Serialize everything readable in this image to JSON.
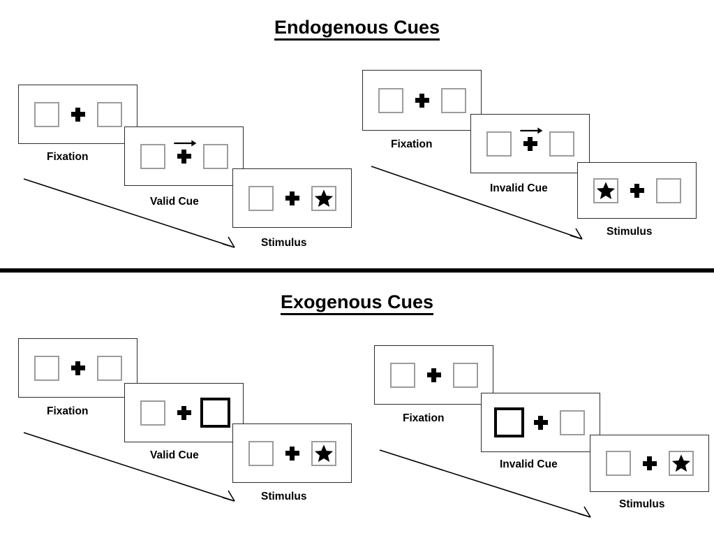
{
  "sections": [
    {
      "id": "endogenous",
      "title": "Endogenous Cues",
      "groups": [
        {
          "id": "endogenous-valid",
          "panels": [
            {
              "id": "fixation",
              "label": "Fixation",
              "left_content": "empty-box",
              "right_content": "empty-box",
              "cue": "none"
            },
            {
              "id": "cue",
              "label": "Valid Cue",
              "left_content": "empty-box",
              "right_content": "empty-box",
              "cue": "arrow-right"
            },
            {
              "id": "stimulus",
              "label": "Stimulus",
              "left_content": "empty-box",
              "right_content": "star-box",
              "cue": "none"
            }
          ]
        },
        {
          "id": "endogenous-invalid",
          "panels": [
            {
              "id": "fixation",
              "label": "Fixation",
              "left_content": "empty-box",
              "right_content": "empty-box",
              "cue": "none"
            },
            {
              "id": "cue",
              "label": "Invalid Cue",
              "left_content": "empty-box",
              "right_content": "empty-box",
              "cue": "arrow-right"
            },
            {
              "id": "stimulus",
              "label": "Stimulus",
              "left_content": "star-box",
              "right_content": "empty-box",
              "cue": "none"
            }
          ]
        }
      ]
    },
    {
      "id": "exogenous",
      "title": "Exogenous Cues",
      "groups": [
        {
          "id": "exogenous-valid",
          "panels": [
            {
              "id": "fixation",
              "label": "Fixation",
              "left_content": "empty-box",
              "right_content": "empty-box",
              "cue": "none"
            },
            {
              "id": "cue",
              "label": "Valid Cue",
              "left_content": "empty-box",
              "right_content": "cued-box",
              "cue": "none"
            },
            {
              "id": "stimulus",
              "label": "Stimulus",
              "left_content": "empty-box",
              "right_content": "star-box",
              "cue": "none"
            }
          ]
        },
        {
          "id": "exogenous-invalid",
          "panels": [
            {
              "id": "fixation",
              "label": "Fixation",
              "left_content": "empty-box",
              "right_content": "empty-box",
              "cue": "none"
            },
            {
              "id": "cue",
              "label": "Invalid Cue",
              "left_content": "cued-box",
              "right_content": "empty-box",
              "cue": "none"
            },
            {
              "id": "stimulus",
              "label": "Stimulus",
              "left_content": "empty-box",
              "right_content": "star-box",
              "cue": "none"
            }
          ]
        }
      ]
    }
  ],
  "labels": {
    "endogenous_title": "Endogenous Cues",
    "exogenous_title": "Exogenous Cues",
    "fixation": "Fixation",
    "valid_cue": "Valid Cue",
    "invalid_cue": "Invalid Cue",
    "stimulus": "Stimulus"
  },
  "colors": {
    "background": "#ffffff",
    "panel_border": "#2b2b2b",
    "box_border": "#9c9c9c",
    "cued_box_border": "#000000",
    "ink": "#000000",
    "divider": "#000000"
  },
  "icons": {
    "fixation_cross": "plus-cross-icon",
    "target": "star-icon",
    "endogenous_cue": "arrow-right-icon",
    "time_flow": "time-flow-arrow-icon"
  }
}
